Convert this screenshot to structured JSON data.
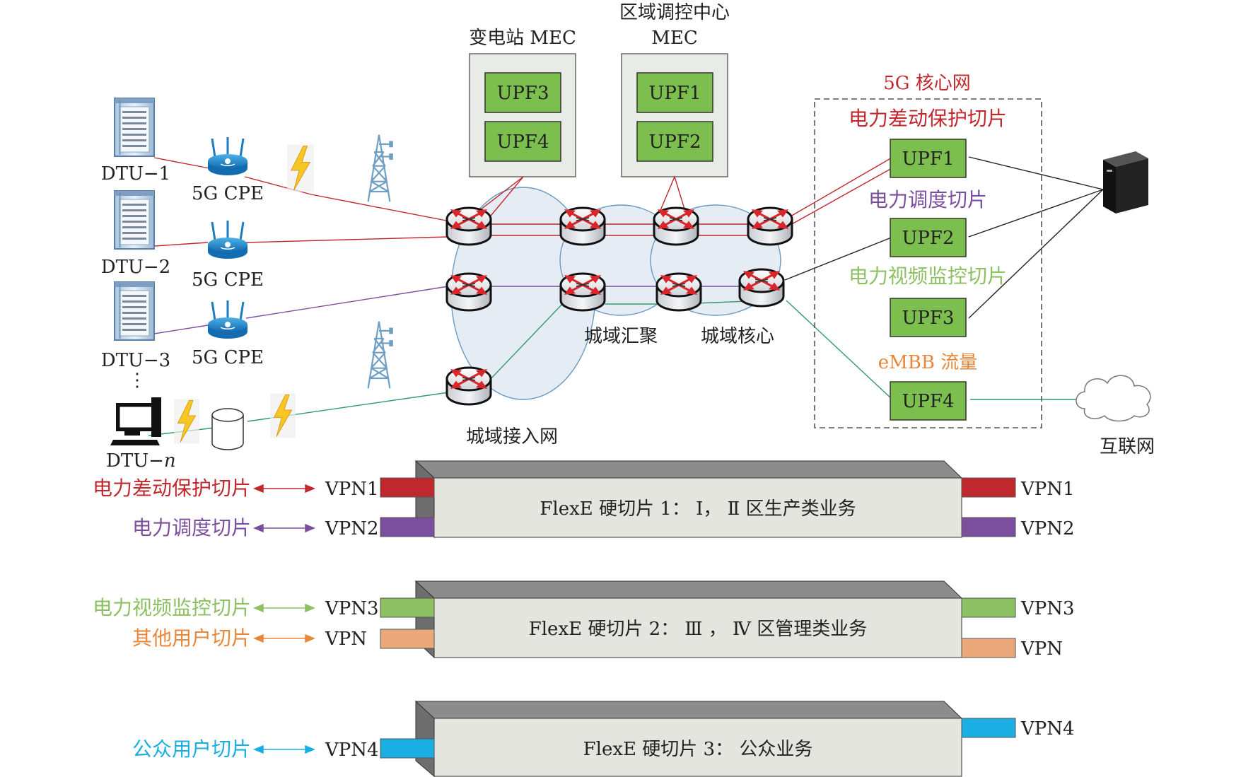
{
  "top_labels": {
    "substation_mec": "变电站 MEC",
    "regional_center_line1": "区域调控中心",
    "regional_center_line2": "MEC"
  },
  "mec_upfs": {
    "substation": [
      "UPF3",
      "UPF4"
    ],
    "regional": [
      "UPF1",
      "UPF2"
    ]
  },
  "core": {
    "title": "5G 核心网",
    "slices": [
      {
        "label": "电力差动保护切片",
        "upf": "UPF1",
        "color": "#c0282d"
      },
      {
        "label": "电力调度切片",
        "upf": "UPF2",
        "color": "#7c4e9e"
      },
      {
        "label": "电力视频监控切片",
        "upf": "UPF3",
        "color": "#8cc063"
      },
      {
        "label": "eMBB 流量",
        "upf": "UPF4",
        "color": "#e8873a"
      }
    ]
  },
  "devices": {
    "dtu": [
      "DTU−1",
      "DTU−2",
      "DTU−3",
      "⋮",
      "DTU−"
    ],
    "dtu_n_suffix": "n",
    "cpe": [
      "5G CPE",
      "5G CPE",
      "5G CPE"
    ]
  },
  "network_labels": {
    "aggregation": "城域汇聚",
    "core": "城域核心",
    "access": "城域接入网",
    "internet": "互联网"
  },
  "flexe": [
    {
      "title": "FlexE 硬切片 1： Ⅰ， Ⅱ 区生产类业务",
      "rows": [
        {
          "slice": "电力差动保护切片",
          "vpn": "VPN1",
          "right_vpn": "VPN1",
          "color": "#c0282d"
        },
        {
          "slice": "电力调度切片",
          "vpn": "VPN2",
          "right_vpn": "VPN2",
          "color": "#7c4e9e"
        }
      ]
    },
    {
      "title": "FlexE 硬切片 2： Ⅲ ， Ⅳ 区管理类业务",
      "rows": [
        {
          "slice": "电力视频监控切片",
          "vpn": "VPN3",
          "right_vpn": "VPN3",
          "color": "#8cc063"
        },
        {
          "slice": "其他用户切片",
          "vpn": "VPN",
          "right_vpn": "VPN",
          "color": "#e8873a"
        }
      ]
    },
    {
      "title": "FlexE 硬切片 3： 公众业务",
      "rows": [
        {
          "slice": "公众用户切片",
          "vpn": "VPN4",
          "right_vpn": "VPN4",
          "color": "#1aaee3"
        }
      ]
    }
  ],
  "colors": {
    "upf_fill": "#7dbf4f",
    "mec_box": "#e8ebe6",
    "cloud_region": "#e6ecf4",
    "cloud_stroke": "#5a8cb8",
    "link_red": "#c0282d",
    "link_purple": "#7c4e9e",
    "link_green": "#2e9c6a",
    "link_black": "#222222",
    "slab_front": "#e5e5e0",
    "slab_top": "#8c8c8c"
  }
}
